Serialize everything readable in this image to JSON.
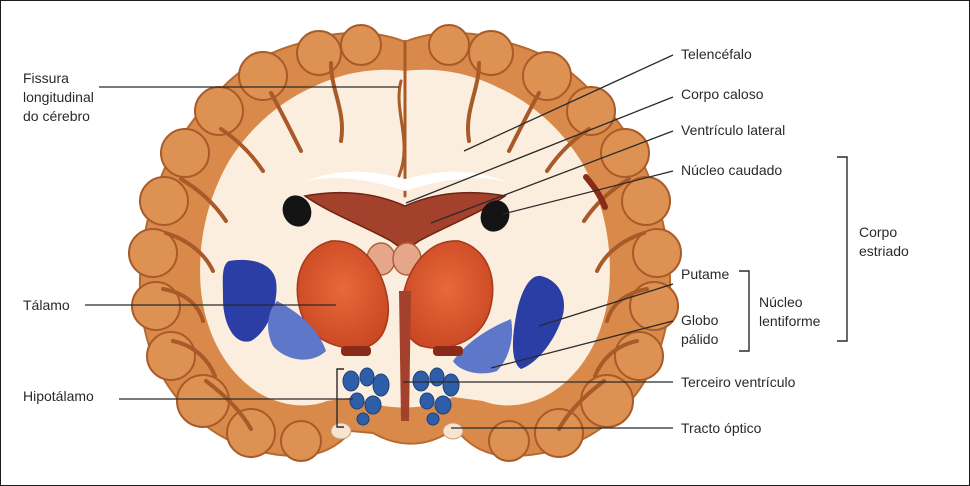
{
  "labels": {
    "fissura_1": "Fissura",
    "fissura_2": "longitudinal",
    "fissura_3": "do cérebro",
    "talamo": "Tálamo",
    "hipotalamo": "Hipotálamo",
    "telencefalo": "Telencéfalo",
    "corpo_caloso": "Corpo caloso",
    "ventriculo_lateral": "Ventrículo lateral",
    "nucleo_caudado": "Núcleo caudado",
    "corpo_estriado_1": "Corpo",
    "corpo_estriado_2": "estriado",
    "putame": "Putame",
    "nucleo_lentiforme_1": "Núcleo",
    "nucleo_lentiforme_2": "lentiforme",
    "globo_palido_1": "Globo",
    "globo_palido_2": "pálido",
    "terceiro_ventriculo": "Terceiro ventrículo",
    "tracto_optico": "Tracto óptico"
  },
  "colors": {
    "cortex": "#d98a4a",
    "sulcus": "#a85a28",
    "white_matter": "#fbeede",
    "thalamus": "#d9542c",
    "putamen": "#2a3ea6",
    "globus_pallidus": "#5f77c8",
    "hypothalamus": "#2f5ea8",
    "ventricle": "#141414",
    "corpus_callosum": "#a3412c"
  }
}
